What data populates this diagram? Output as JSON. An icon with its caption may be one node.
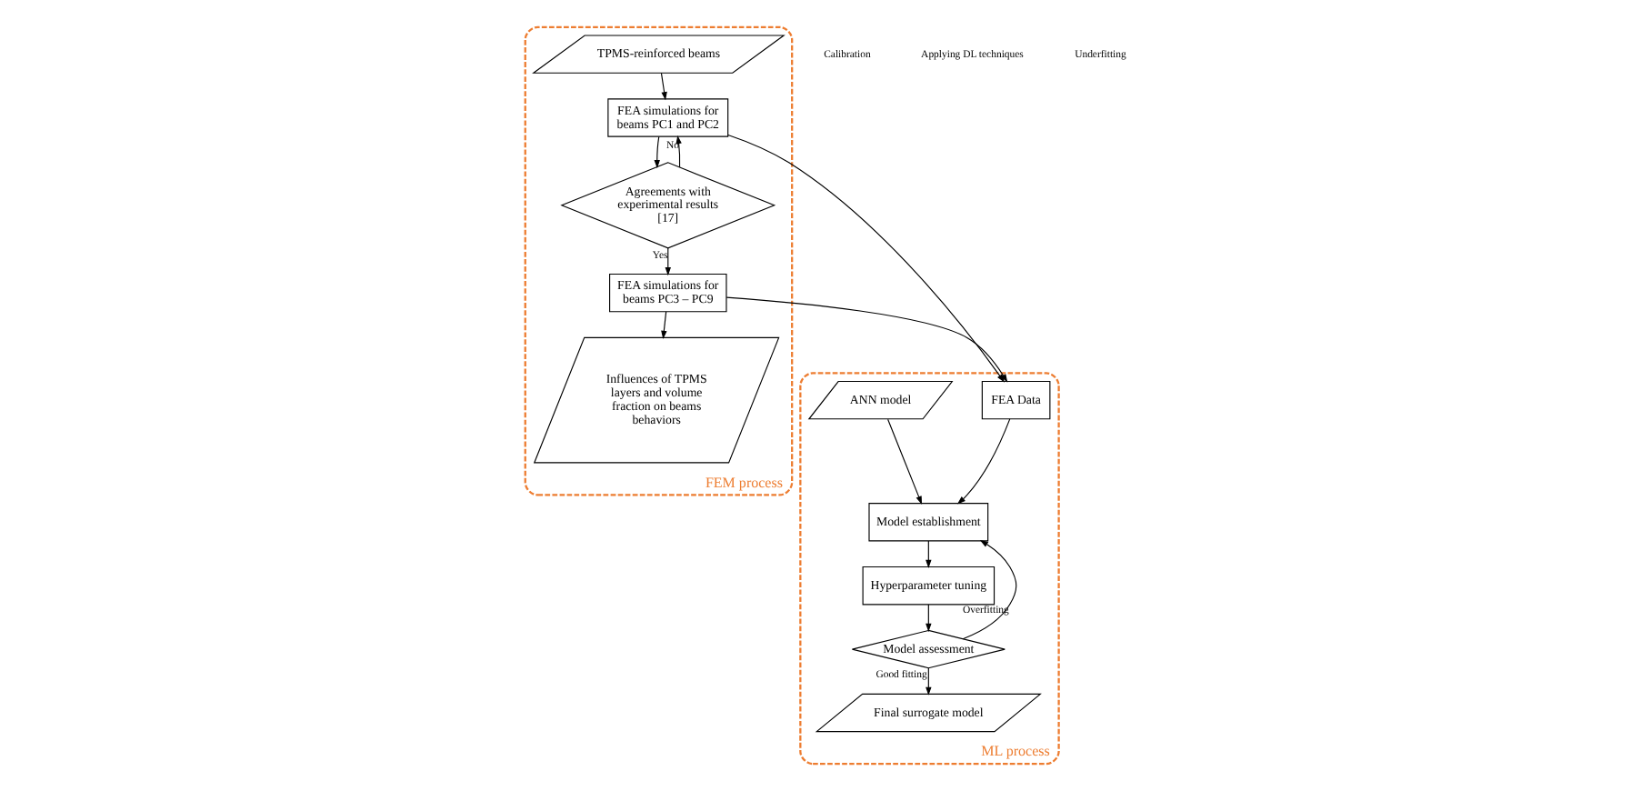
{
  "diagram": {
    "nodes": [
      {
        "text": [
          "FEM process"
        ]
      },
      {
        "text": [
          "TPMS-reinforced beams"
        ],
        "in": 0
      },
      {
        "text": [
          "FEA simulations for beams PC1 and PC2"
        ],
        "in": 0
      },
      {
        "text": [
          "Agreements with experimental results [17]"
        ],
        "in": 0
      },
      {
        "text": [
          "FEA simulations for beams PC3 – PC9"
        ],
        "in": 0
      },
      {
        "text": [
          "Influences of TPMS layers and volume fraction on beams behaviors"
        ],
        "in": 0
      },
      {
        "text": [
          "ML process"
        ]
      },
      {
        "text": [
          "FEA Data"
        ],
        "in": 6
      },
      {
        "text": [
          "ANN model"
        ],
        "in": 6
      },
      {
        "text": [
          "Model establishment"
        ],
        "in": 6
      },
      {
        "text": [
          "Hyperparameter tuning"
        ],
        "in": 6
      },
      {
        "text": [
          "Model assessment"
        ],
        "in": 6
      },
      {
        "text": [
          "Final surrogate model"
        ],
        "in": 6
      }
    ],
    "edges": [
      {
        "from": 1,
        "to": 2,
        "arrow": "to"
      },
      {
        "from": 2,
        "to": 3,
        "arrow": "to"
      },
      {
        "from": 3,
        "to": 2,
        "arrow": "to",
        "label": "No"
      },
      {
        "from": 3,
        "to": 4,
        "arrow": "to",
        "label": "Yes"
      },
      {
        "from": 4,
        "to": 5,
        "arrow": "to"
      },
      {
        "from": 2,
        "to": 7,
        "arrow": "to"
      },
      {
        "from": 4,
        "to": 7,
        "arrow": "to"
      },
      {
        "from": 7,
        "to": 9,
        "arrow": "to"
      },
      {
        "from": 8,
        "to": 9,
        "arrow": "to"
      },
      {
        "from": 9,
        "to": 10,
        "arrow": "to"
      },
      {
        "from": 10,
        "to": 11,
        "arrow": "to"
      },
      {
        "from": 11,
        "to": 9,
        "arrow": "to",
        "label": "Overfitting"
      },
      {
        "from": 11,
        "to": 12,
        "arrow": "to",
        "label": "Good fitting"
      }
    ],
    "labels": [
      "Calibration",
      "Applying DL techniques",
      "Underfitting"
    ]
  }
}
